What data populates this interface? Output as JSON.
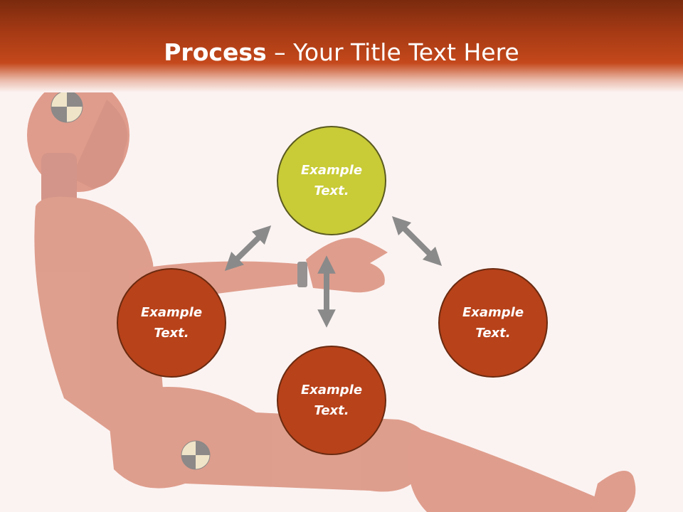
{
  "slide": {
    "title_bold": "Process",
    "title_rest": " – Your Title Text Here"
  },
  "nodes": {
    "top": "Example Text.",
    "left": "Example Text.",
    "right": "Example Text.",
    "bottom": "Example Text."
  },
  "colors": {
    "header": "#c4481b",
    "circle_red": "#b8421a",
    "circle_green": "#c9cb37",
    "arrow": "#8a8a8a",
    "background": "#fbf3f2"
  },
  "icons": {
    "background_image": "crash-test-dummy-illustration",
    "arrow": "double-headed-arrow-icon"
  }
}
